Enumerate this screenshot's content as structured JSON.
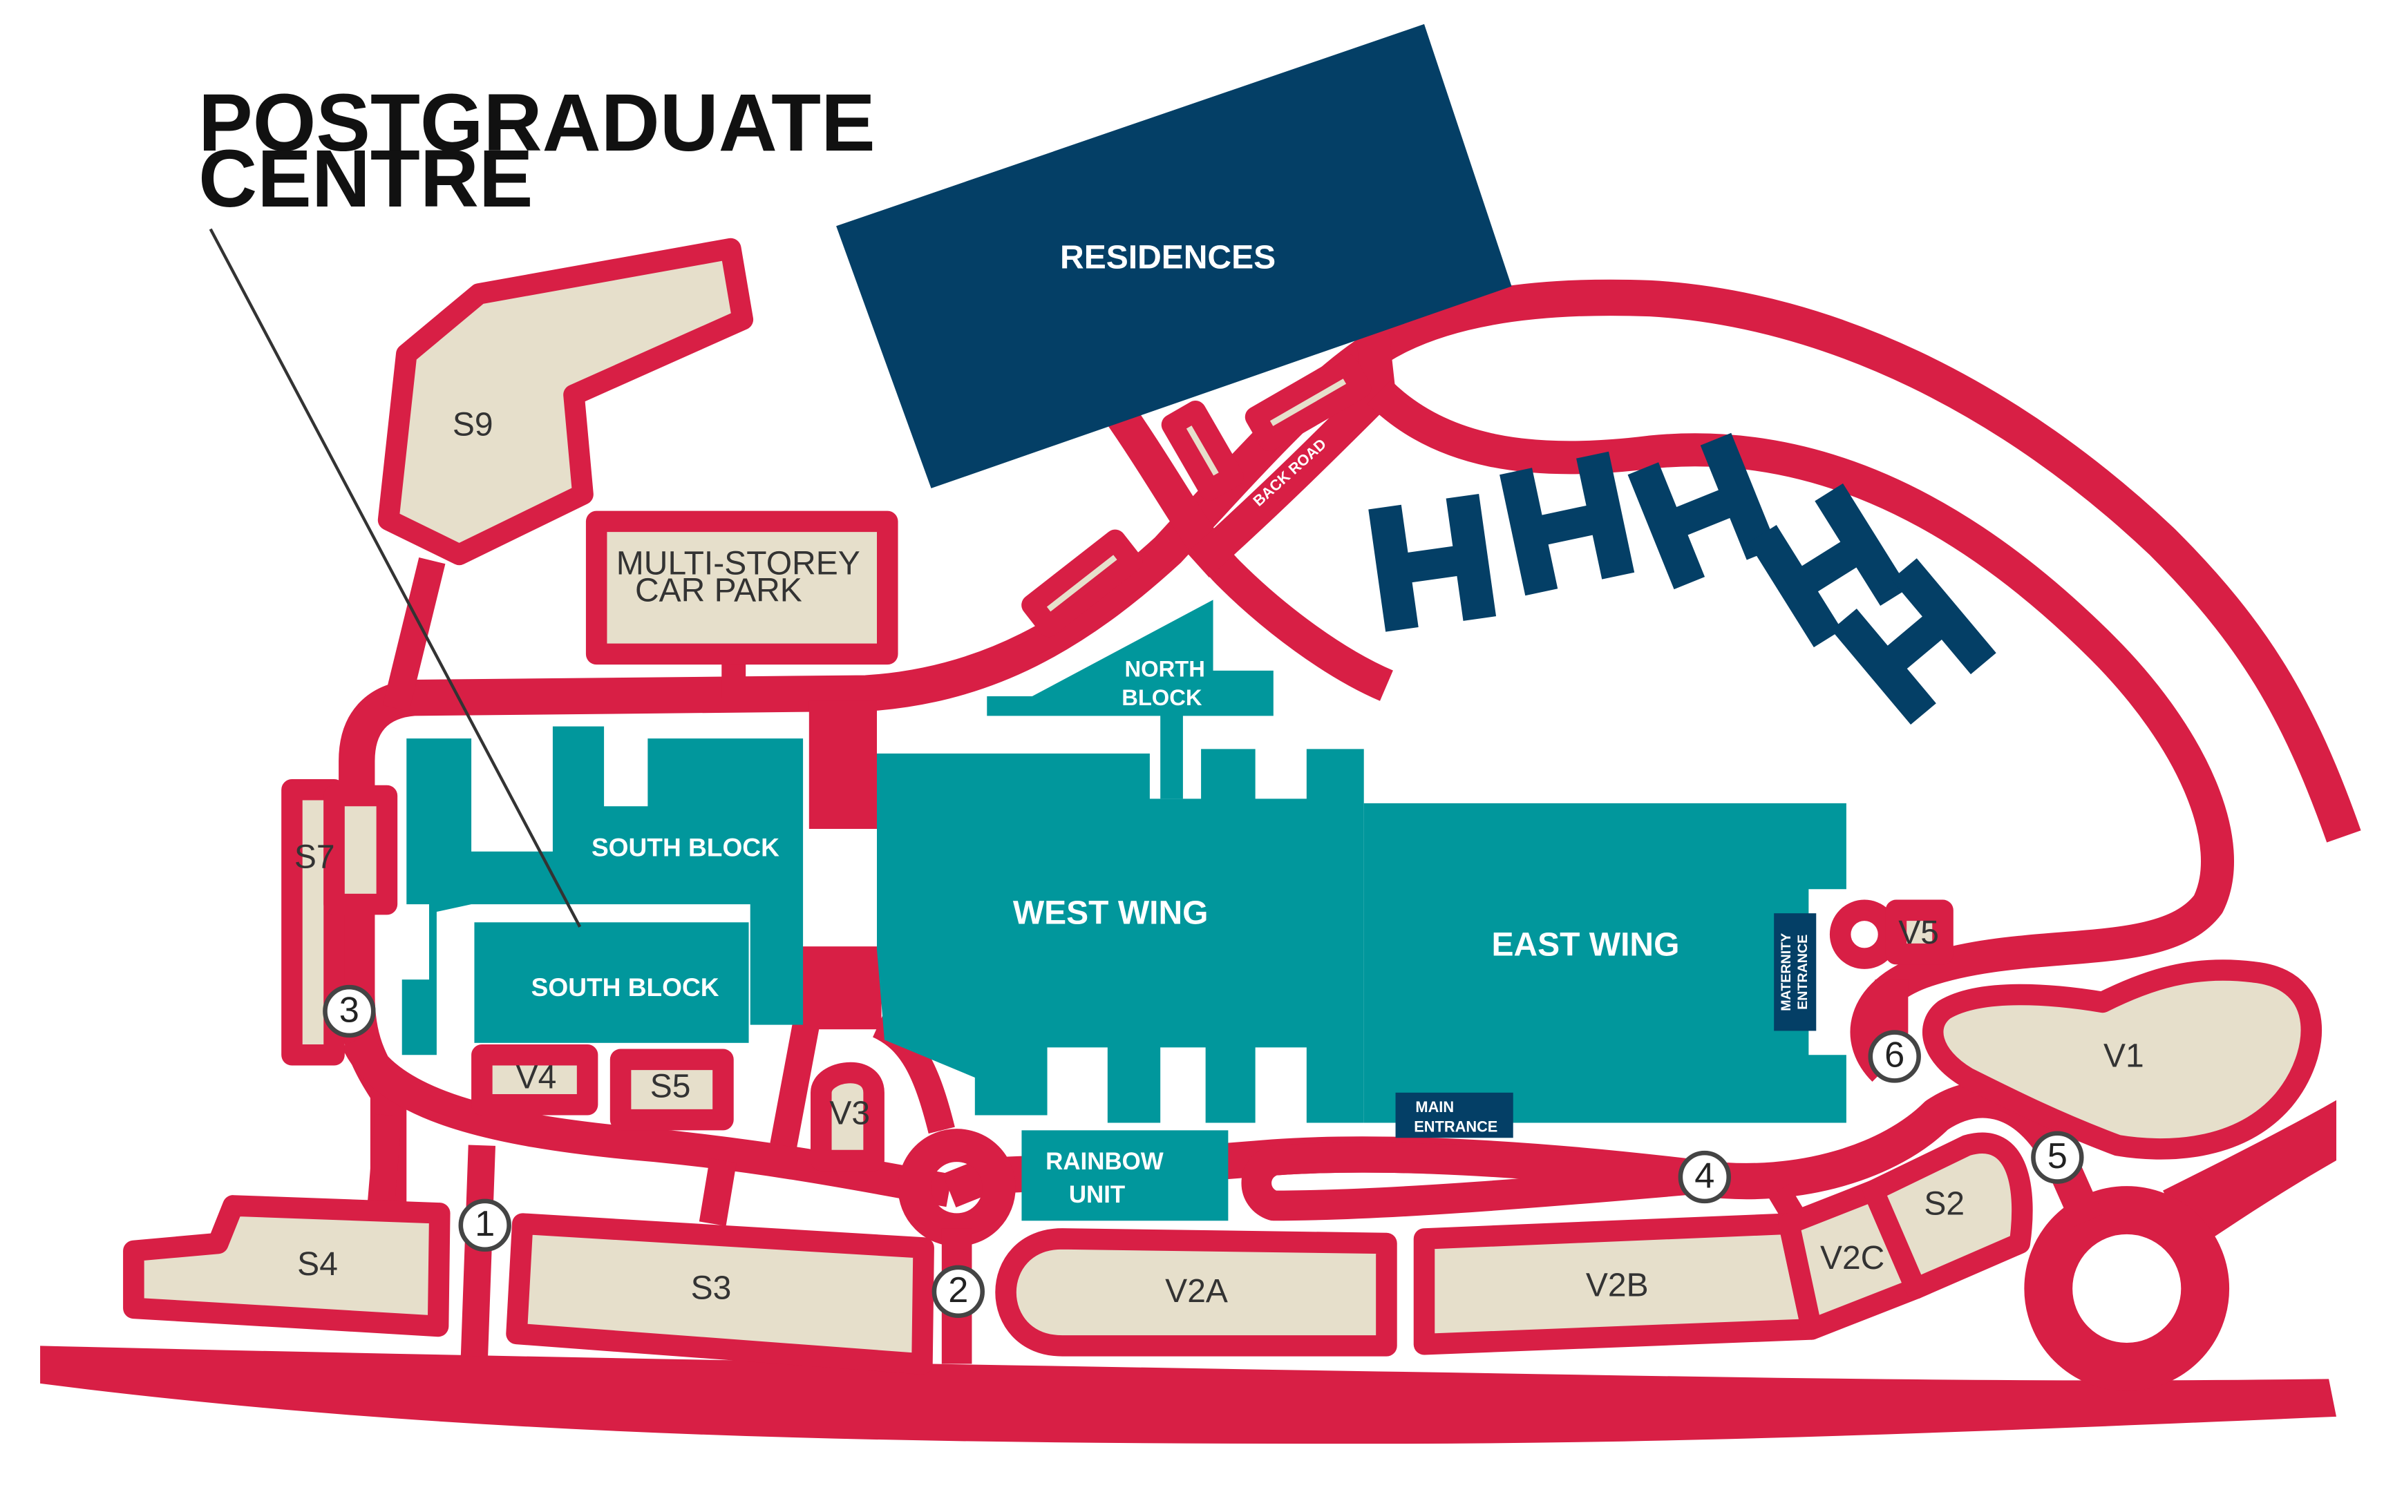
{
  "callout": {
    "line1": "POSTGRADUATE",
    "line2": "CENTRE"
  },
  "buildings": {
    "residences": "RESIDENCES",
    "north_block_1": "NORTH",
    "north_block_2": "BLOCK",
    "south_block_upper": "SOUTH BLOCK",
    "south_block_lower": "SOUTH BLOCK",
    "west_wing": "WEST WING",
    "east_wing": "EAST WING",
    "rainbow_1": "RAINBOW",
    "rainbow_2": "UNIT",
    "maternity_1": "MATERNITY",
    "maternity_2": "ENTRANCE",
    "main_entrance_1": "MAIN",
    "main_entrance_2": "ENTRANCE"
  },
  "roads": {
    "back_road": "BACK ROAD"
  },
  "car_parks": {
    "s9": "S9",
    "msc_1": "MULTI-STOREY",
    "msc_2": "CAR PARK",
    "s7": "S7",
    "s4": "S4",
    "s3": "S3",
    "v4": "V4",
    "s5": "S5",
    "v3": "V3",
    "v2a": "V2A",
    "v2b": "V2B",
    "v2c": "V2C",
    "s2": "S2",
    "v1": "V1",
    "v5": "V5"
  },
  "gates": [
    "1",
    "2",
    "3",
    "4",
    "5",
    "6"
  ],
  "colors": {
    "road": "#d81f45",
    "building": "#01979c",
    "residences": "#043f66",
    "car_park": "#e6dfcb",
    "background": "#ffffff"
  },
  "icons": {
    "h_blocks": "residential-h-block-icon",
    "gate_marker": "numbered-circle-gate-icon"
  }
}
